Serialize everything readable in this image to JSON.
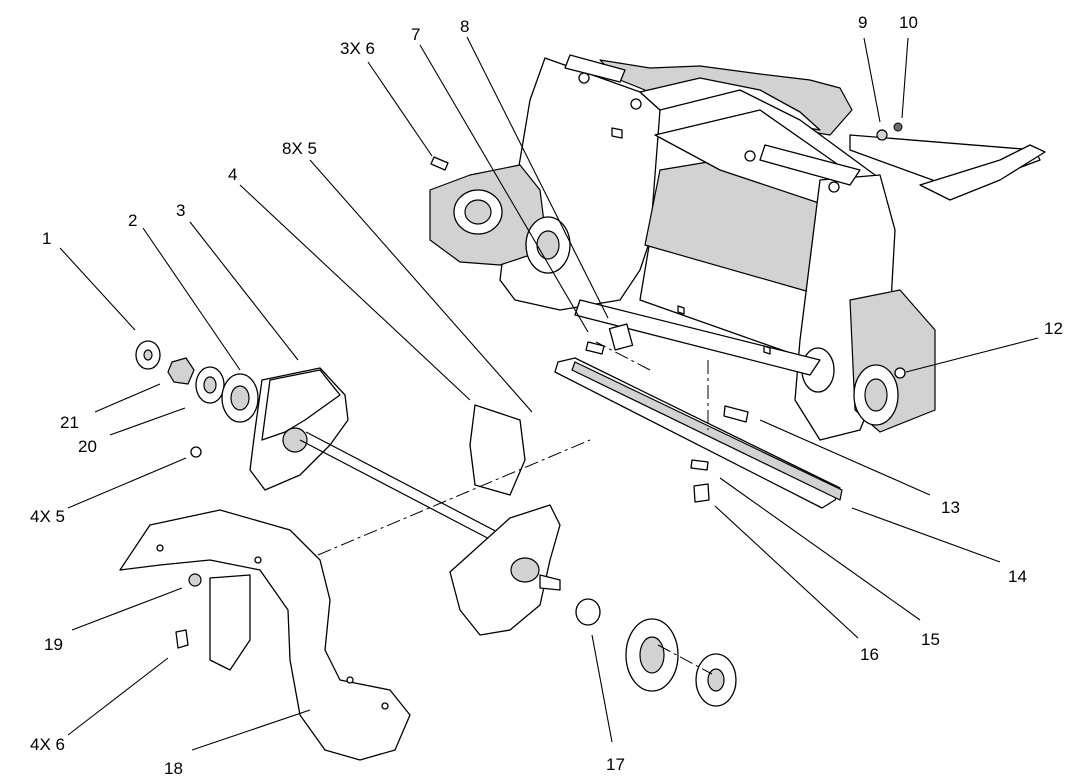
{
  "diagram": {
    "labels": {
      "l1": "1",
      "l2": "2",
      "l3": "3",
      "l4": "4",
      "l5": "8X 5",
      "l6": "3X 6",
      "l7": "7",
      "l8": "8",
      "l9": "9",
      "l10": "10",
      "l11": "12",
      "l12": "13",
      "l13": "14",
      "l14": "15",
      "l15": "16",
      "l16": "17",
      "l17": "18",
      "l18": "4X 6",
      "l19": "19",
      "l20": "4X 5",
      "l21": "20",
      "l22": "21"
    }
  }
}
